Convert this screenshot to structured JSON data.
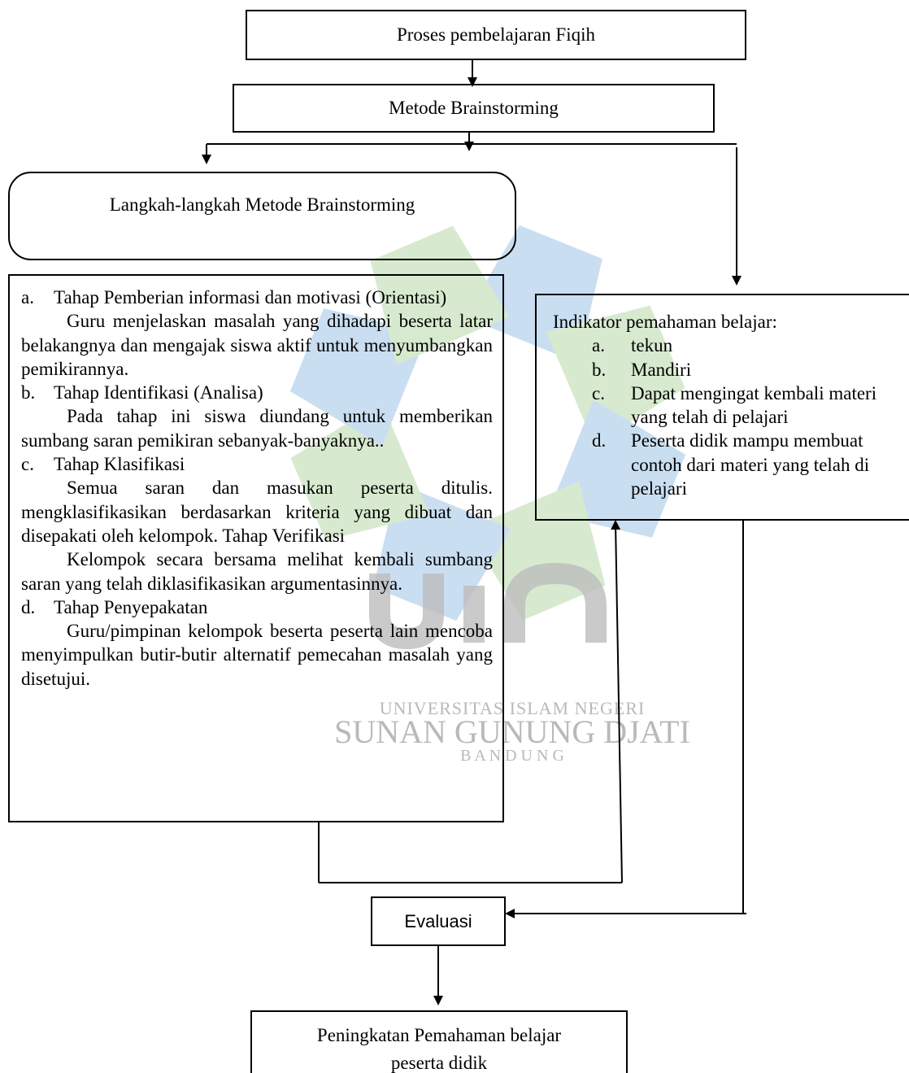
{
  "colors": {
    "line": "#000000",
    "watermark_blue": "#9fc4e6",
    "watermark_green": "#b8d9a8",
    "watermark_text": "#b9b9b9"
  },
  "nodes": {
    "process": "Proses pembelajaran Fiqih",
    "method": "Metode Brainstorming",
    "steps_heading": "Langkah-langkah Metode Brainstorming",
    "evaluation": "Evaluasi",
    "outcome_line1": "Peningkatan Pemahaman belajar",
    "outcome_line2": "peserta didik"
  },
  "steps": [
    {
      "label": "a.",
      "title": "Tahap Pemberian informasi dan motivasi (Orientasi)",
      "text": "Guru menjelaskan masalah yang dihadapi beserta latar belakangnya dan mengajak siswa aktif untuk menyumbangkan pemikirannya."
    },
    {
      "label": "b.",
      "title": "Tahap Identifikasi (Analisa)",
      "text": "Pada tahap ini siswa diundang untuk memberikan sumbang saran pemikiran sebanyak-banyaknya.."
    },
    {
      "label": "c.",
      "title": "Tahap Klasifikasi",
      "text": "Semua saran dan masukan peserta ditulis. mengklasifikasikan berdasarkan kriteria yang dibuat dan disepakati oleh kelompok. Tahap Verifikasi",
      "text2": "Kelompok secara bersama melihat kembali sumbang saran yang telah diklasifikasikan argumentasinnya."
    },
    {
      "label": "d.",
      "title": "Tahap Penyepakatan",
      "text": "Guru/pimpinan kelompok beserta peserta lain mencoba menyimpulkan butir-butir alternatif pemecahan masalah yang disetujui."
    }
  ],
  "indicators": {
    "heading": "Indikator pemahaman belajar:",
    "items": [
      {
        "label": "a.",
        "text": "tekun"
      },
      {
        "label": "b.",
        "text": "Mandiri"
      },
      {
        "label": "c.",
        "text": "Dapat mengingat kembali materi yang telah di pelajari"
      },
      {
        "label": "d.",
        "text": "Peserta didik mampu membuat contoh dari materi yang telah di pelajari"
      }
    ]
  },
  "watermark": {
    "line1": "UNIVERSITAS ISLAM NEGERI",
    "line2": "SUNAN GUNUNG DJATI",
    "line3": "B A N D U N G"
  }
}
